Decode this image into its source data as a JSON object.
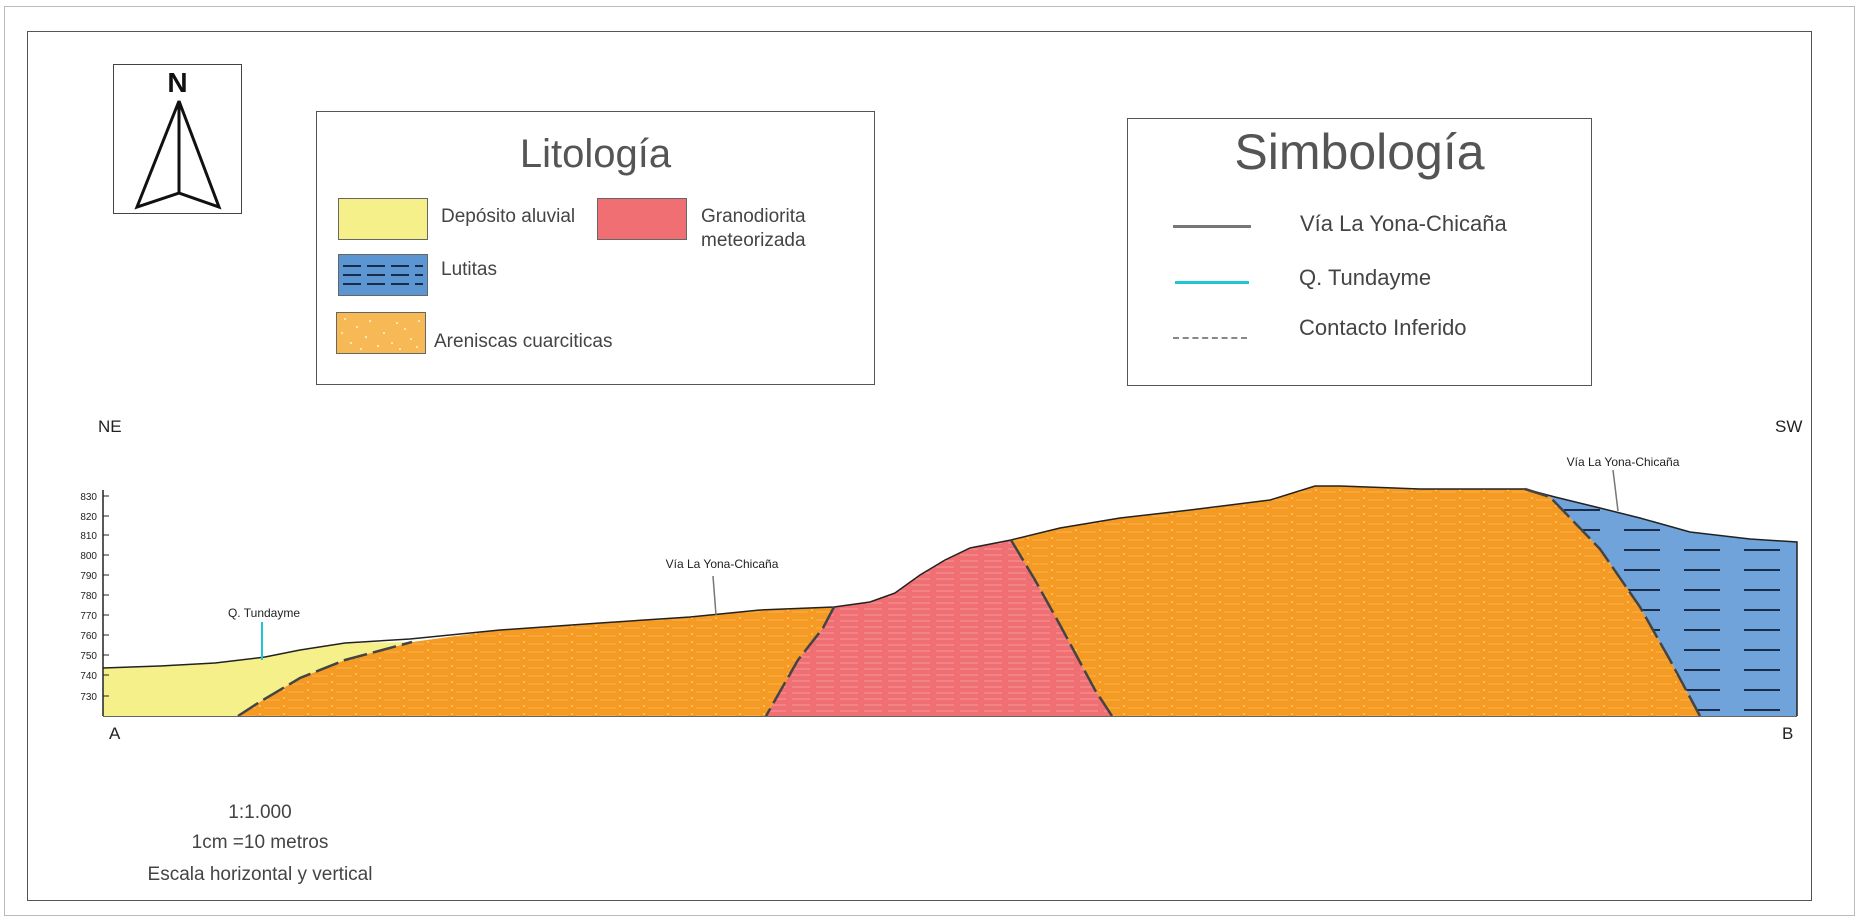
{
  "north": {
    "letter": "N"
  },
  "lithology": {
    "title": "Litología",
    "items": [
      {
        "label": "Depósito aluvial",
        "color": "#f5f08a"
      },
      {
        "label": "Granodiorita\nmeteorizada",
        "color": "#ef6f72"
      },
      {
        "label": "Lutitas",
        "color": "#5b95d2"
      },
      {
        "label": "Areniscas cuarciticas",
        "color": "#f7b955"
      }
    ]
  },
  "symbology": {
    "title": "Simbología",
    "items": [
      {
        "label": "Vía La Yona-Chicaña",
        "color": "#777777",
        "style": "solid"
      },
      {
        "label": "Q. Tundayme",
        "color": "#1fc7d6",
        "style": "solid"
      },
      {
        "label": "Contacto Inferido",
        "color": "#888888",
        "style": "dashed"
      }
    ]
  },
  "section": {
    "dir_left": "NE",
    "dir_right": "SW",
    "point_left": "A",
    "point_right": "B",
    "elevation_ticks": [
      "830",
      "820",
      "810",
      "800",
      "790",
      "780",
      "770",
      "760",
      "750",
      "740",
      "730"
    ],
    "annotations": {
      "stream": "Q. Tundayme",
      "road_middle": "Vía La Yona-Chicaña",
      "road_right": "Vía La Yona-Chicaña"
    },
    "colors": {
      "alluvial": "#f5f08a",
      "sandstone": "#f59a22",
      "granodiorite": "#ef6f72",
      "shale": "#6fa3da",
      "contact": "#555555",
      "stream": "#1fc7d6"
    }
  },
  "scale": {
    "ratio": "1:1.000",
    "equivalence": "1cm =10 metros",
    "note": "Escala horizontal y vertical"
  }
}
